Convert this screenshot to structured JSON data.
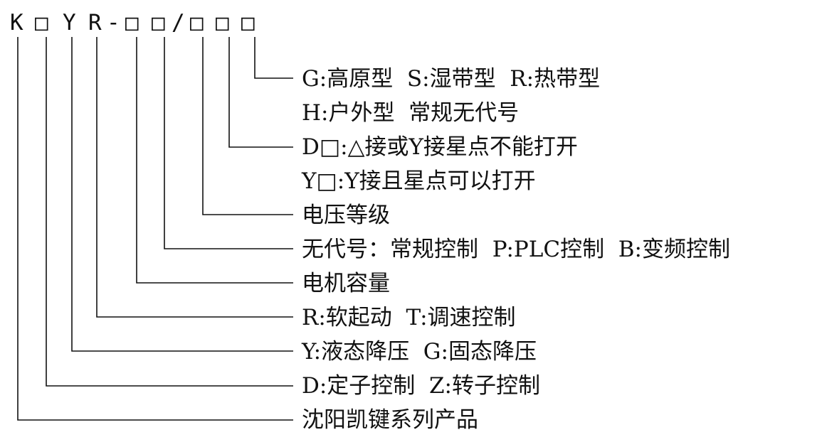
{
  "code": {
    "chars": [
      "K",
      "□",
      "Y",
      "R",
      "-",
      "□",
      "□",
      "/",
      "□",
      "□",
      "□"
    ]
  },
  "labels": [
    "G:高原型  S:湿带型  R:热带型",
    "H:户外型  常规无代号",
    "D□:△接或Y接星点不能打开",
    "Y□:Y接且星点可以打开",
    "电压等级",
    "无代号：常规控制  P:PLC控制  B:变频控制",
    "电机容量",
    "R:软起动  T:调速控制",
    "Y:液态降压  G:固态降压",
    "D:定子控制  Z:转子控制",
    "沈阳凯键系列产品"
  ]
}
